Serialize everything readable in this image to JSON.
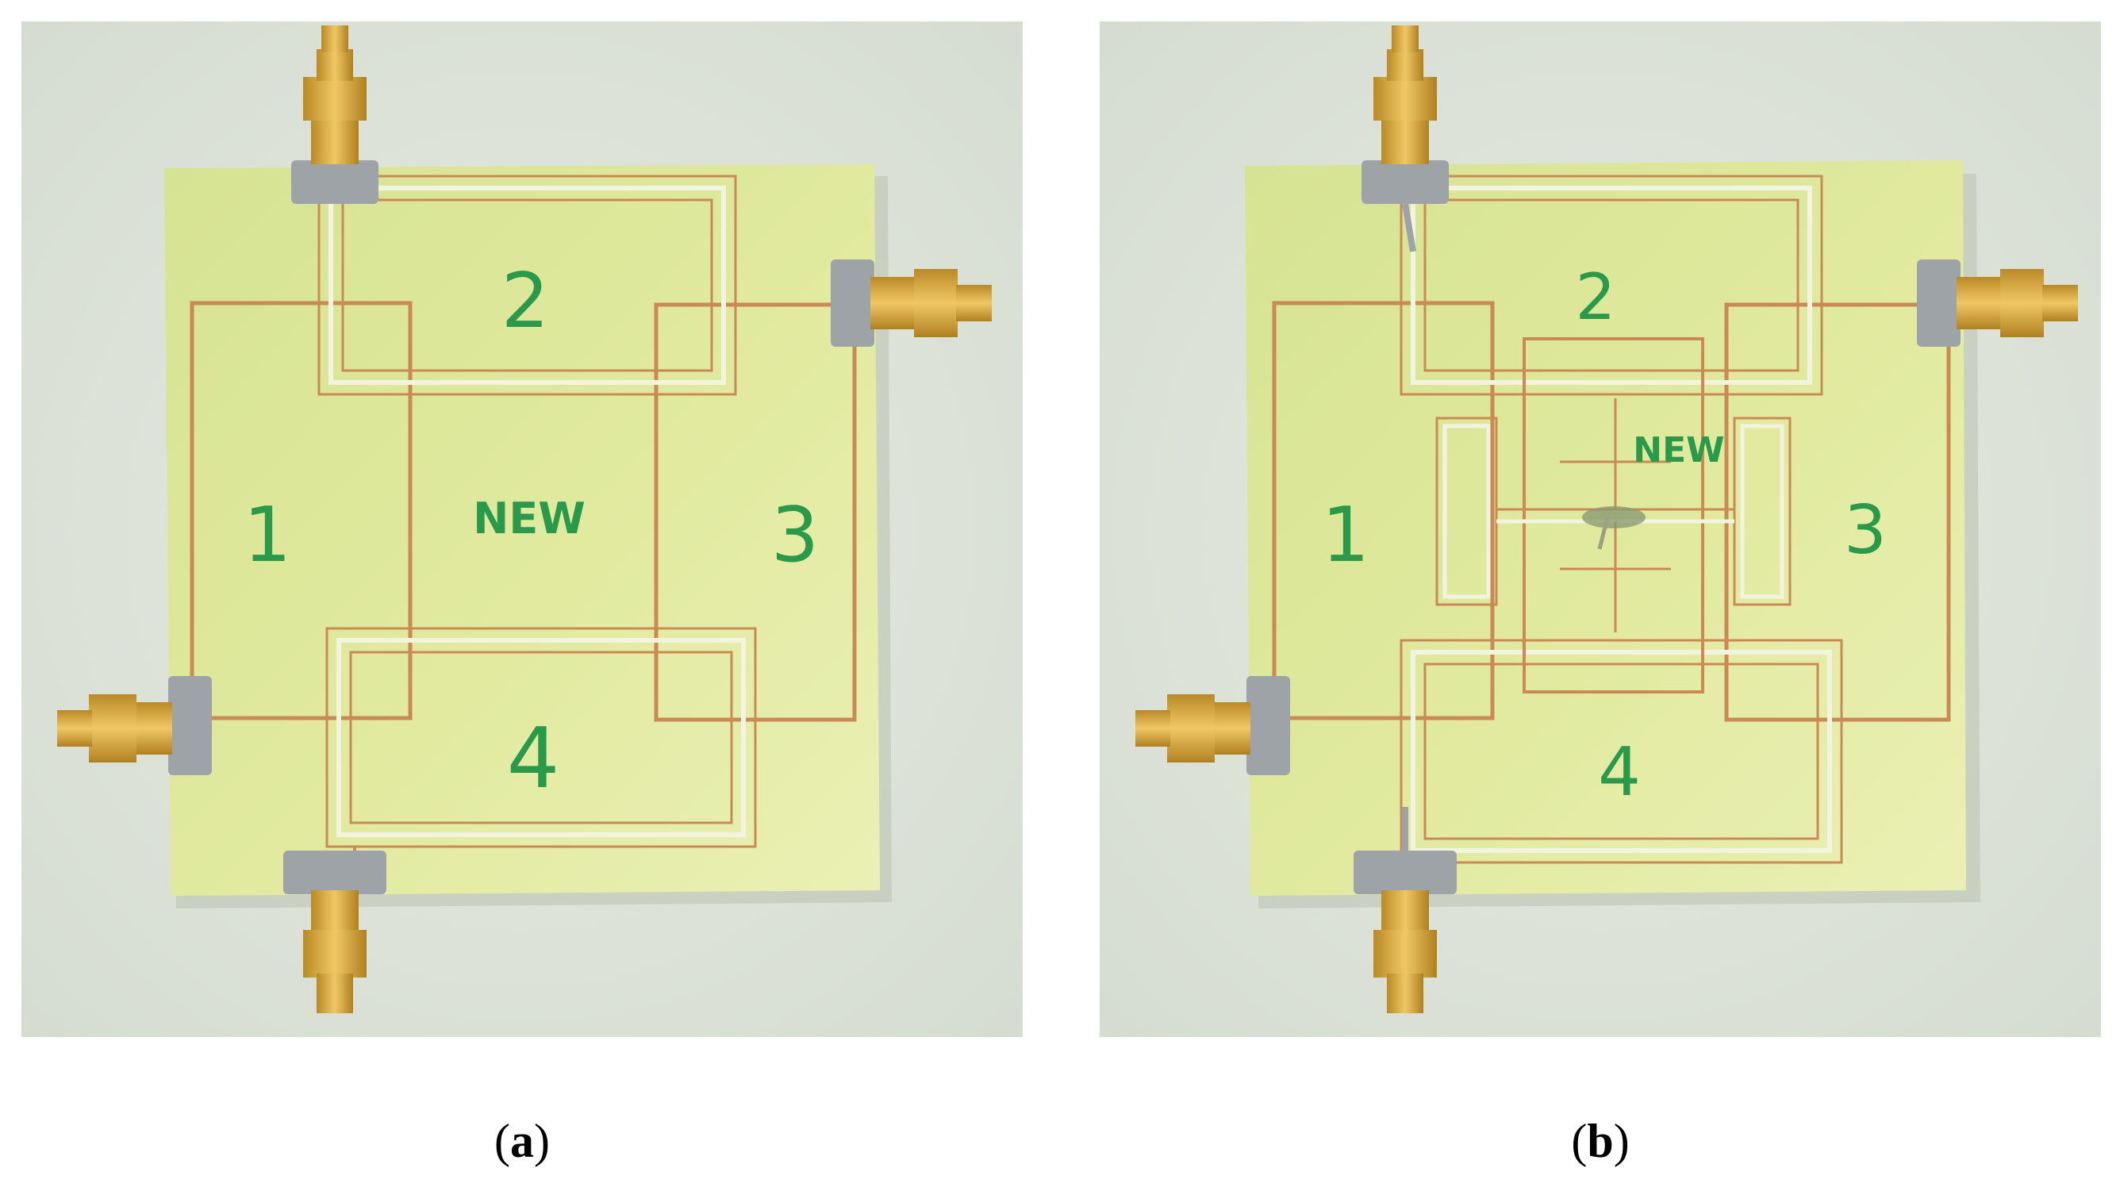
{
  "figure": {
    "panels": [
      {
        "id": "a",
        "caption_open": "(",
        "caption_letter": "a",
        "caption_close": ")",
        "board_labels": {
          "port1": "1",
          "port2": "2",
          "port3": "3",
          "port4": "4",
          "marker": "NEW"
        }
      },
      {
        "id": "b",
        "caption_open": "(",
        "caption_letter": "b",
        "caption_close": ")",
        "board_labels": {
          "port1": "1",
          "port2": "2",
          "port3": "3",
          "port4": "4",
          "marker": "NEW"
        }
      }
    ]
  },
  "colors": {
    "background_photo": "#dfe5da",
    "board": "#dde79a",
    "trace_copper": "#c98a55",
    "trace_slot": "#f2f3df",
    "connector_gold": "#d9a53a",
    "connector_metal": "#9ea3a8",
    "handwriting_green": "#2a9a4a"
  }
}
